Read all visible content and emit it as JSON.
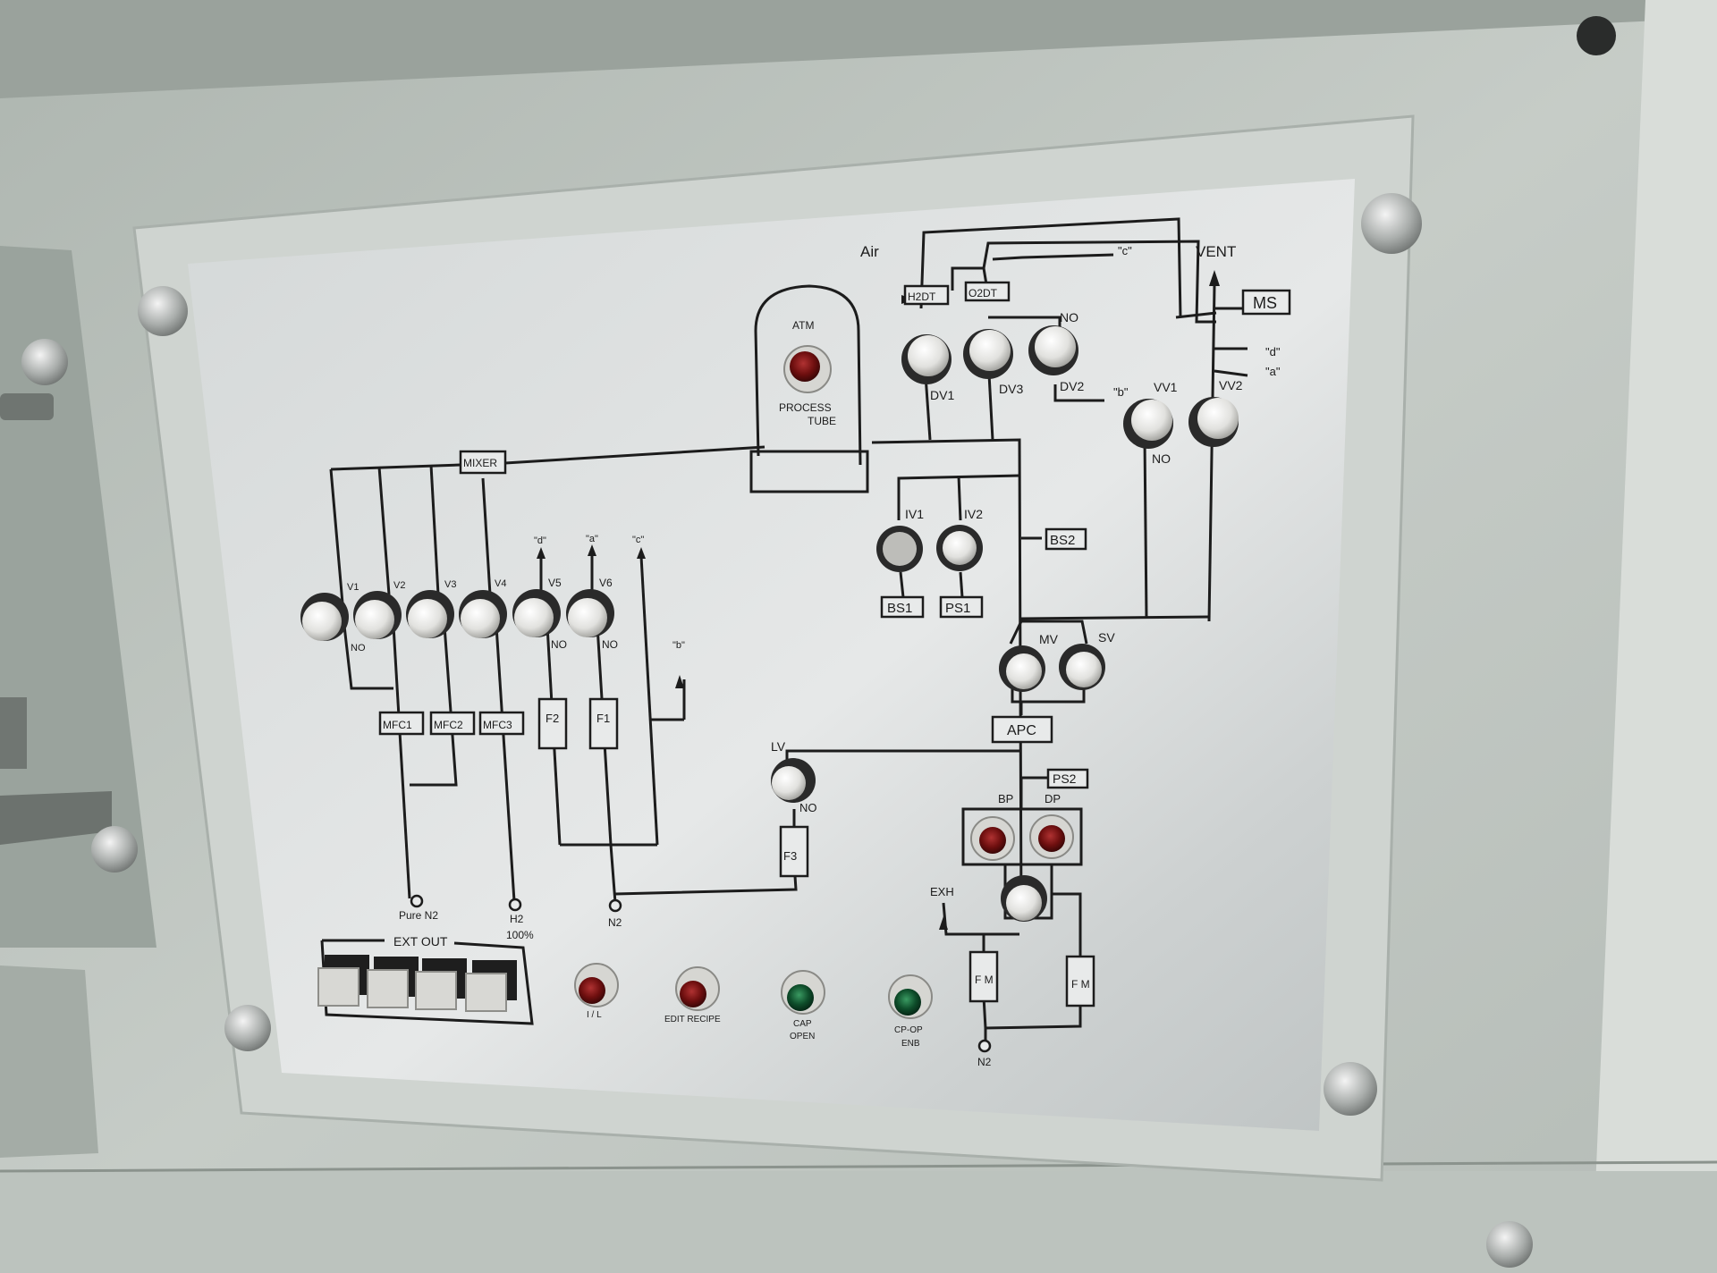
{
  "colors": {
    "cabinet": "#c3c9c4",
    "outer_panel": "#d2d7d3",
    "plate": "#dcdfdf",
    "line": "#1c1c1c",
    "lamp_red": "#6e0f0f",
    "lamp_green": "#0e4d2a",
    "button_cap": "#e4e4e2"
  },
  "labels": {
    "air": "Air",
    "vent": "VENT",
    "ms": "MS",
    "h2dt": "H2DT",
    "o2dt": "O2DT",
    "q_c": "\"c\"",
    "q_d": "\"d\"",
    "q_a": "\"a\"",
    "q_b": "\"b\"",
    "no": "NO",
    "atm": "ATM",
    "process": "PROCESS",
    "tube": "TUBE",
    "dv1": "DV1",
    "dv3": "DV3",
    "dv2": "DV2",
    "vv1": "VV1",
    "vv2": "VV2",
    "mixer": "MIXER",
    "iv1": "IV1",
    "iv2": "IV2",
    "bs1": "BS1",
    "ps1": "PS1",
    "bs2": "BS2",
    "mv": "MV",
    "sv": "SV",
    "apc": "APC",
    "ps2": "PS2",
    "lv": "LV",
    "bp": "BP",
    "dp": "DP",
    "exh": "EXH",
    "f3": "F3",
    "fm": "F M",
    "v1": "V1",
    "v2": "V2",
    "v3": "V3",
    "v4": "V4",
    "v5": "V5",
    "v6": "V6",
    "mfc1": "MFC1",
    "mfc2": "MFC2",
    "mfc3": "MFC3",
    "f2": "F2",
    "f1": "F1",
    "pure_n2": "Pure N2",
    "h2": "H2",
    "h2_pct": "100%",
    "n2": "N2",
    "ext_out": "EXT OUT",
    "il": "I / L",
    "edit_recipe": "EDIT RECIPE",
    "cap": "CAP",
    "open": "OPEN",
    "cpop": "CP-OP",
    "enb": "ENB"
  }
}
